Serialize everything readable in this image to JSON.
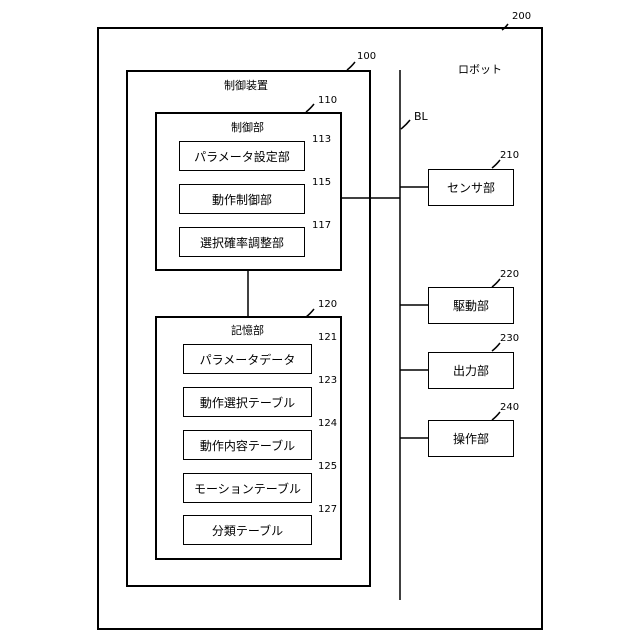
{
  "robot": {
    "label": "ロボット",
    "ref": "200"
  },
  "controller": {
    "label": "制御装置",
    "ref": "100"
  },
  "control_unit": {
    "label": "制御部",
    "ref": "110"
  },
  "param_setting": {
    "label": "パラメータ設定部",
    "ref": "113"
  },
  "motion_control": {
    "label": "動作制御部",
    "ref": "115"
  },
  "prob_adjust": {
    "label": "選択確率調整部",
    "ref": "117"
  },
  "storage": {
    "label": "記憶部",
    "ref": "120"
  },
  "param_data": {
    "label": "パラメータデータ",
    "ref": "121"
  },
  "motion_select_table": {
    "label": "動作選択テーブル",
    "ref": "123"
  },
  "motion_content_table": {
    "label": "動作内容テーブル",
    "ref": "124"
  },
  "motion_table": {
    "label": "モーションテーブル",
    "ref": "125"
  },
  "class_table": {
    "label": "分類テーブル",
    "ref": "127"
  },
  "bus": {
    "label": "BL"
  },
  "sensor": {
    "label": "センサ部",
    "ref": "210"
  },
  "drive": {
    "label": "駆動部",
    "ref": "220"
  },
  "output": {
    "label": "出力部",
    "ref": "230"
  },
  "operation": {
    "label": "操作部",
    "ref": "240"
  }
}
